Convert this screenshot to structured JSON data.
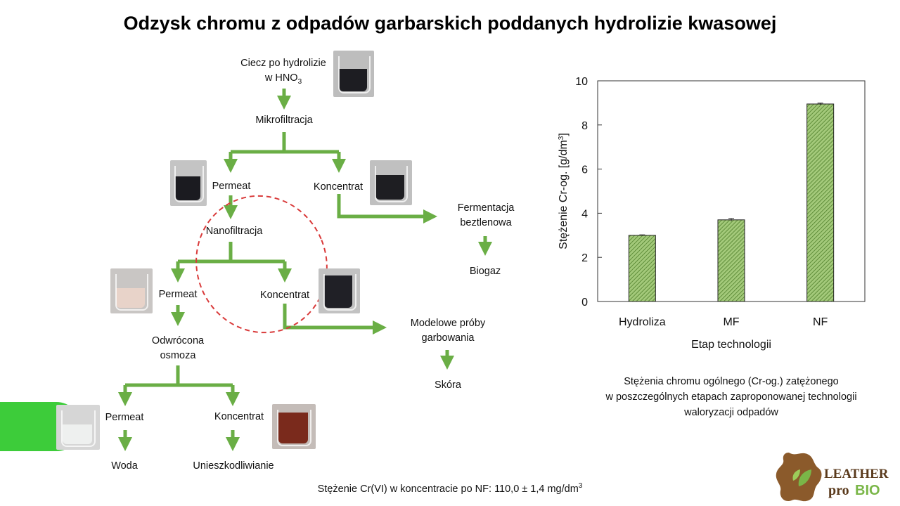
{
  "title": "Odzysk chromu z odpadów garbarskich poddanych hydrolizie kwasowej",
  "flow": {
    "start_line1": "Ciecz po hydrolizie",
    "start_line2": "w HNO",
    "start_sub": "3",
    "mikrofiltracja": "Mikrofiltracja",
    "permeat1": "Permeat",
    "koncentrat1": "Koncentrat",
    "fermentacja_line1": "Fermentacja",
    "fermentacja_line2": "beztlenowa",
    "biogaz": "Biogaz",
    "nanofiltracja": "Nanofiltracja",
    "permeat2": "Permeat",
    "koncentrat2": "Koncentrat",
    "modelowe_line1": "Modelowe próby",
    "modelowe_line2": "garbowania",
    "skora": "Skóra",
    "odwrocona_line1": "Odwrócona",
    "odwrocona_line2": "osmoza",
    "permeat3": "Permeat",
    "koncentrat3": "Koncentrat",
    "woda": "Woda",
    "unieszkodliwianie": "Unieszkodliwianie"
  },
  "chart_data": {
    "type": "bar",
    "categories": [
      "Hydroliza",
      "MF",
      "NF"
    ],
    "values": [
      3.0,
      3.7,
      8.95
    ],
    "error": [
      0.02,
      0.06,
      0.04
    ],
    "ylabel": "Stężenie Cr-og. [g/dm",
    "ylabel_sup": "3",
    "ylabel_end": "]",
    "xlabel": "Etap technologii",
    "ylim": [
      0,
      10
    ],
    "yticks": [
      "0",
      "2",
      "4",
      "6",
      "8",
      "10"
    ],
    "bar_color": "#7aa84a",
    "grid": false
  },
  "chart_caption": {
    "line1": "Stężenia chromu ogólnego (Cr-og.) zatężonego",
    "line2": "w poszczególnych etapach zaproponowanej technologii",
    "line3": "waloryzacji odpadów"
  },
  "footer_note": {
    "text": "Stężenie Cr(VI) w koncentracie po NF: 110,0 ± 1,4 mg/dm",
    "sup": "3"
  },
  "logo": {
    "line1": "LEATHER",
    "line2a": "pro",
    "line2b": "BIO"
  },
  "colors": {
    "arrow": "#6aae45",
    "dashed_ellipse": "#d93a3a",
    "accent_tab": "#3dcc3a",
    "logo_brown": "#8b5a2b",
    "logo_green": "#7ab648"
  }
}
